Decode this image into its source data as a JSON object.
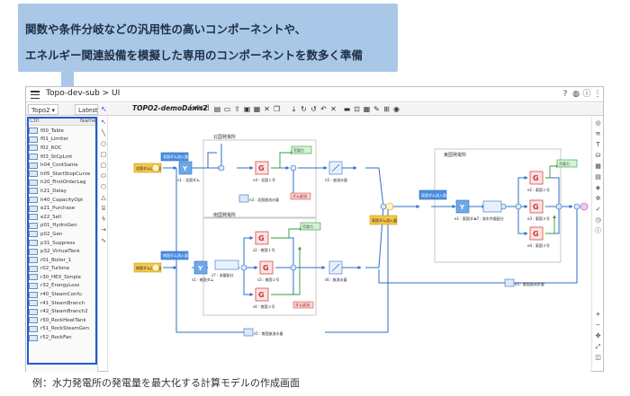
{
  "callout": {
    "line1": "関数や条件分岐などの汎用性の高いコンポーネントや、",
    "line2": "エネルギー関連設備を模擬した専用のコンポーネントを数多く準備"
  },
  "app": {
    "title": "Topo-dev-sub > UI",
    "tabs": [
      "Topo2",
      "Latest"
    ],
    "panel_cols": [
      "Ctrl",
      "Name"
    ],
    "doc_name": "TOPO2-demoDams2",
    "doc_version": "[v0r2]"
  },
  "components": [
    "f00_Table",
    "f01_Limiter",
    "f02_ROC",
    "f03_StCpLmt",
    "h04_ContSame",
    "h05_StartStopCurve",
    "h20_FirstOrderLag",
    "h21_Delay",
    "h40_CapacityOpt",
    "e21_Purchase",
    "e22_Sell",
    "p01_HydroGen",
    "p02_Gen",
    "p31_Suppress",
    "p32_VirtualTank",
    "r01_Boiler_1",
    "r02_Turbine",
    "r30_HEX_Simple",
    "r32_EnergyLoss",
    "r40_SteamConfu",
    "r41_SteamBranch",
    "r42_SteamBranch2",
    "r50_RockHeatTank",
    "r51_RockSteamGen",
    "r52_RockFan"
  ],
  "diagram": {
    "labels": {
      "north_plant": "北国発電所",
      "south_plant": "南国発電所",
      "east_plant": "東国発電所",
      "north_dam_box": "北国ダム流入量",
      "south_dam_box": "南国ダム流入量",
      "east_dam_box": "東国ダム流入量",
      "mid_dam_box": "東国ダム流入量",
      "north_dam": "n1 : 北国ダム",
      "south_dam": "s1 : 南国ダム",
      "east_dam": "e1 : 東国ダム",
      "n_gen1": "n4 : 北国１号",
      "s_gen1": "s2 : 南国１号",
      "s_gen2": "s3 : 南国２号",
      "s_gen3": "s4 : 南国３号",
      "e_gen1": "e2 : 東国１号",
      "e_gen2": "e3 : 東国２号",
      "e_gen3": "e4 : 東国３号",
      "n_release": "n3 : 北国放流水量",
      "s_release": "s5 : 南国放流水量",
      "e_release": "e5 : 東国放流水量",
      "n_flow": "n5 : 放流水量",
      "s_flow": "s6 : 放流水量",
      "e_flow": "e6 : 流木弁量",
      "s_intake": "s7 : 流量配分",
      "e_dist": "e7 : 流木弁量配分",
      "n_tank": "n2 : 北国1号分量",
      "power_tag": "売電力",
      "water_tag": "ダム放流",
      "inflow": "流入"
    }
  },
  "caption": "例：水力発電所の発電量を最大化する計算モデルの作成画面",
  "colors": {
    "highlight": "#1e5bd6",
    "callout": "#a9c8e8",
    "flow": "#2d6fc4",
    "gen_red": "#d0312d",
    "power_green": "#2a9d3a"
  }
}
